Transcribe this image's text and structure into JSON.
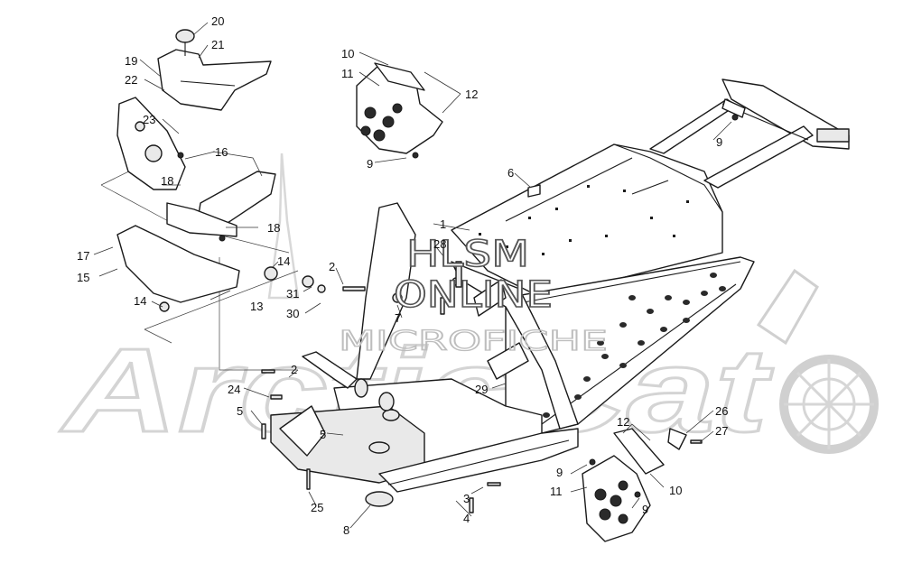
{
  "watermark": {
    "logo_text": "ArcticCat",
    "line1": "HLSM",
    "line2": "ONLINE",
    "line3": "MICROFICHE"
  },
  "callouts": [
    {
      "id": "c1",
      "label": "1"
    },
    {
      "id": "c2a",
      "label": "2"
    },
    {
      "id": "c2b",
      "label": "2"
    },
    {
      "id": "c3",
      "label": "3"
    },
    {
      "id": "c4",
      "label": "4"
    },
    {
      "id": "c5a",
      "label": "5"
    },
    {
      "id": "c5b",
      "label": "5"
    },
    {
      "id": "c6",
      "label": "6"
    },
    {
      "id": "c7",
      "label": "7"
    },
    {
      "id": "c8",
      "label": "8"
    },
    {
      "id": "c9a",
      "label": "9"
    },
    {
      "id": "c9b",
      "label": "9"
    },
    {
      "id": "c9c",
      "label": "9"
    },
    {
      "id": "c9d",
      "label": "9"
    },
    {
      "id": "c10a",
      "label": "10"
    },
    {
      "id": "c10b",
      "label": "10"
    },
    {
      "id": "c11a",
      "label": "11"
    },
    {
      "id": "c11b",
      "label": "11"
    },
    {
      "id": "c12a",
      "label": "12"
    },
    {
      "id": "c12b",
      "label": "12"
    },
    {
      "id": "c13",
      "label": "13"
    },
    {
      "id": "c14a",
      "label": "14"
    },
    {
      "id": "c14b",
      "label": "14"
    },
    {
      "id": "c15",
      "label": "15"
    },
    {
      "id": "c16",
      "label": "16"
    },
    {
      "id": "c17",
      "label": "17"
    },
    {
      "id": "c18a",
      "label": "18"
    },
    {
      "id": "c18b",
      "label": "18"
    },
    {
      "id": "c19",
      "label": "19"
    },
    {
      "id": "c20",
      "label": "20"
    },
    {
      "id": "c21",
      "label": "21"
    },
    {
      "id": "c22",
      "label": "22"
    },
    {
      "id": "c23",
      "label": "23"
    },
    {
      "id": "c24",
      "label": "24"
    },
    {
      "id": "c25",
      "label": "25"
    },
    {
      "id": "c26",
      "label": "26"
    },
    {
      "id": "c27",
      "label": "27"
    },
    {
      "id": "c28",
      "label": "28"
    },
    {
      "id": "c29",
      "label": "29"
    },
    {
      "id": "c30",
      "label": "30"
    },
    {
      "id": "c31",
      "label": "31"
    }
  ]
}
